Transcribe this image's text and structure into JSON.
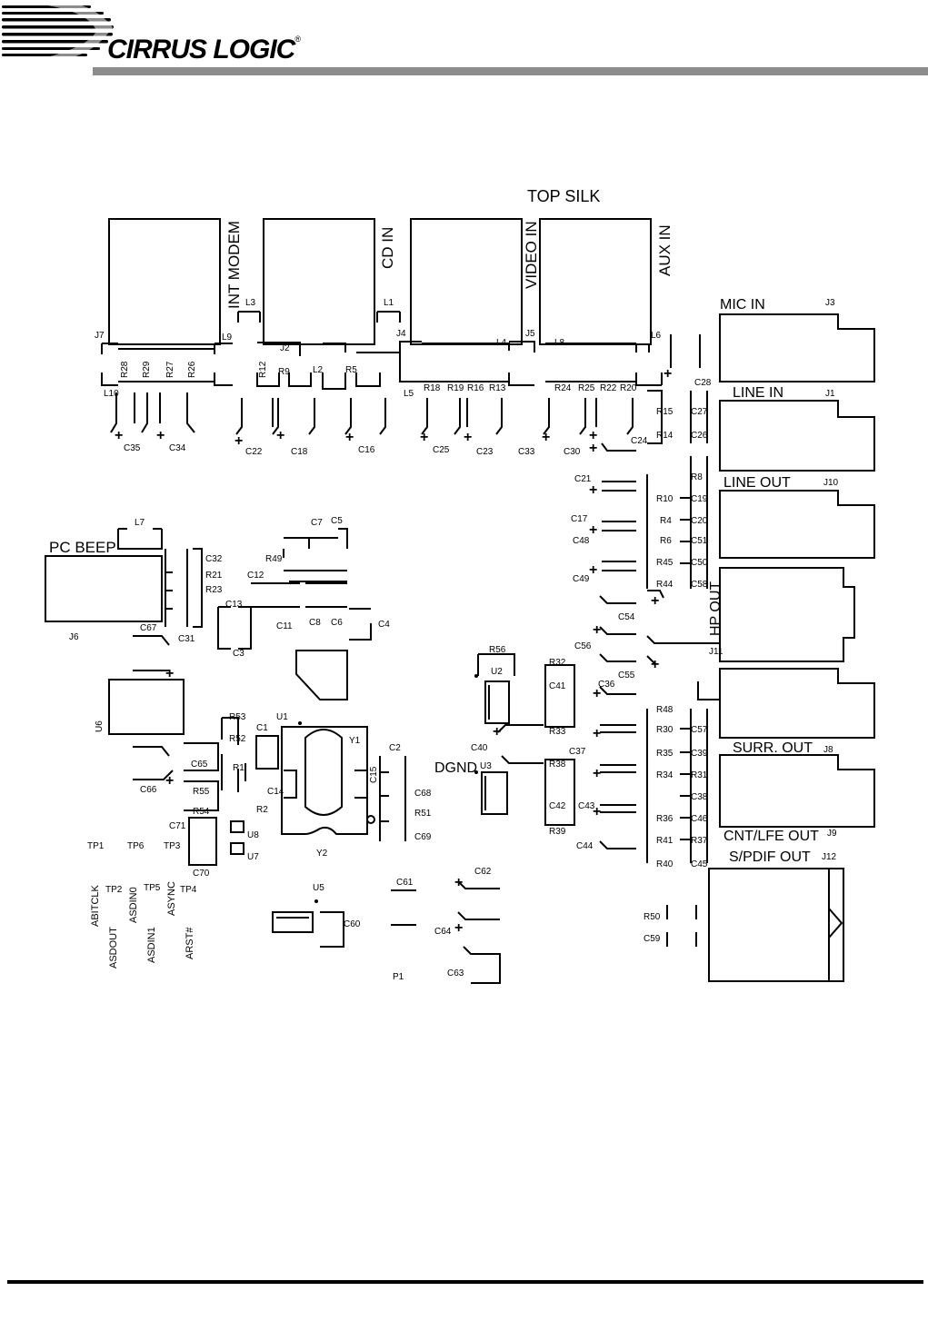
{
  "logo": {
    "name": "CIRRUS LOGIC",
    "registered": "®"
  },
  "title": "TOP SILK",
  "colors": {
    "ink": "#000000",
    "header_bar": "#8c8c8c",
    "background": "#ffffff"
  },
  "connectors": {
    "int_modem": "INT MODEM",
    "cd_in": "CD IN",
    "video_in": "VIDEO IN",
    "aux_in": "AUX IN",
    "mic_in": "MIC IN",
    "line_in": "LINE IN",
    "line_out": "LINE OUT",
    "hp_out": "HP OUT",
    "surr_out": "SURR. OUT",
    "cnt_lfe_out": "CNT/LFE OUT",
    "spdif_out": "S/PDIF OUT",
    "pc_beep": "PC BEEP",
    "dgnd": "DGND"
  },
  "refs": {
    "j7": "J7",
    "j2": "J2",
    "j4": "J4",
    "j5": "J5",
    "j3": "J3",
    "j1": "J1",
    "j10": "J10",
    "j11": "J11",
    "j8": "J8",
    "j9": "J9",
    "j12": "J12",
    "j6": "J6",
    "l1": "L1",
    "l2": "L2",
    "l3": "L3",
    "l4": "L4",
    "l5": "L5",
    "l6": "L6",
    "l7": "L7",
    "l8": "L8",
    "l9": "L9",
    "l10": "L10",
    "r1": "R1",
    "r2": "R2",
    "r4": "R4",
    "r5": "R5",
    "r6": "R6",
    "r8": "R8",
    "r9": "R9",
    "r10": "R10",
    "r12": "R12",
    "r13": "R13",
    "r14": "R14",
    "r15": "R15",
    "r16": "R16",
    "r18": "R18",
    "r19": "R19",
    "r20": "R20",
    "r21": "R21",
    "r22": "R22",
    "r23": "R23",
    "r24": "R24",
    "r25": "R25",
    "r26": "R26",
    "r27": "R27",
    "r28": "R28",
    "r29": "R29",
    "r30": "R30",
    "r31": "R31",
    "r32": "R32",
    "r33": "R33",
    "r34": "R34",
    "r35": "R35",
    "r36": "R36",
    "r37": "R37",
    "r38": "R38",
    "r39": "R39",
    "r40": "R40",
    "r41": "R41",
    "r44": "R44",
    "r45": "R45",
    "r48": "R48",
    "r49": "R49",
    "r50": "R50",
    "r51": "R51",
    "r52": "R52",
    "r53": "R53",
    "r54": "R54",
    "r55": "R55",
    "r56": "R56",
    "c1": "C1",
    "c2": "C2",
    "c3": "C3",
    "c4": "C4",
    "c5": "C5",
    "c6": "C6",
    "c7": "C7",
    "c8": "C8",
    "c11": "C11",
    "c12": "C12",
    "c13": "C13",
    "c14": "C14",
    "c15": "C15",
    "c16": "C16",
    "c17": "C17",
    "c18": "C18",
    "c19": "C19",
    "c20": "C20",
    "c21": "C21",
    "c22": "C22",
    "c23": "C23",
    "c24": "C24",
    "c25": "C25",
    "c26": "C26",
    "c27": "C27",
    "c28": "C28",
    "c30": "C30",
    "c31": "C31",
    "c32": "C32",
    "c33": "C33",
    "c34": "C34",
    "c35": "C35",
    "c36": "C36",
    "c37": "C37",
    "c38": "C38",
    "c39": "C39",
    "c40": "C40",
    "c41": "C41",
    "c42": "C42",
    "c43": "C43",
    "c44": "C44",
    "c45": "C45",
    "c46": "C46",
    "c48": "C48",
    "c49": "C49",
    "c50": "C50",
    "c51": "C51",
    "c54": "C54",
    "c55": "C55",
    "c56": "C56",
    "c57": "C57",
    "c58": "C58",
    "c59": "C59",
    "c60": "C60",
    "c61": "C61",
    "c62": "C62",
    "c63": "C63",
    "c64": "C64",
    "c65": "C65",
    "c66": "C66",
    "c67": "C67",
    "c68": "C68",
    "c69": "C69",
    "c70": "C70",
    "c71": "C71",
    "u1": "U1",
    "u2": "U2",
    "u3": "U3",
    "u5": "U5",
    "u6": "U6",
    "u7": "U7",
    "u8": "U8",
    "y1": "Y1",
    "y2": "Y2",
    "p1": "P1",
    "tp1": "TP1",
    "tp2": "TP2",
    "tp3": "TP3",
    "tp4": "TP4",
    "tp5": "TP5",
    "tp6": "TP6"
  },
  "signals": {
    "abitclk": "ABITCLK",
    "asdout": "ASDOUT",
    "asdin0": "ASDIN0",
    "asdin1": "ASDIN1",
    "async": "ASYNC",
    "arst": "ARST#"
  },
  "symbols": {
    "plus": "+"
  }
}
